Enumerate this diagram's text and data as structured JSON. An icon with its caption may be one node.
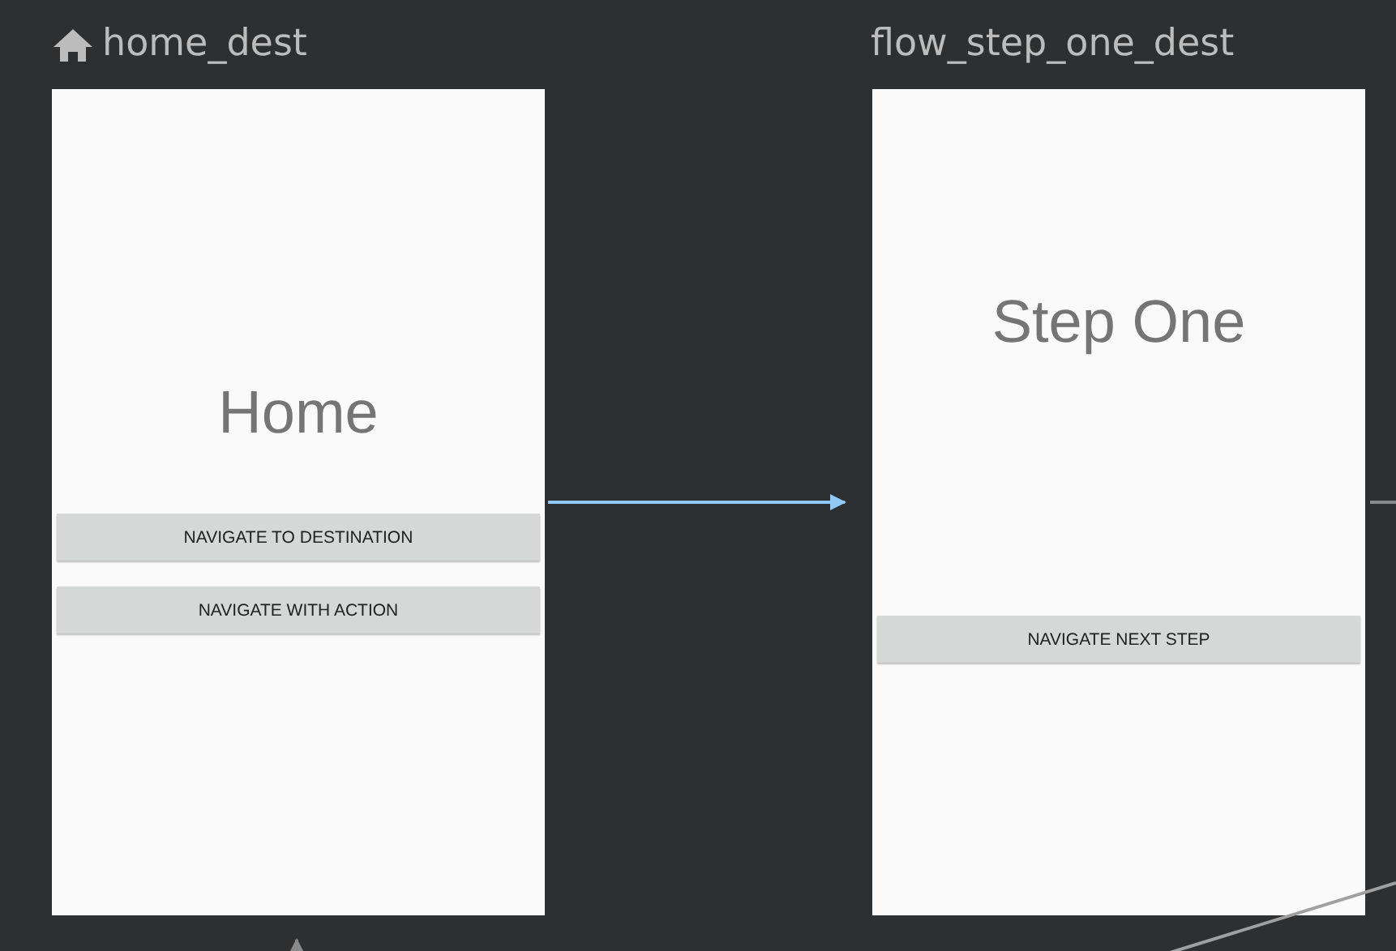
{
  "diagram": {
    "nodes": [
      {
        "text": [
          "home_dest",
          "Home"
        ]
      },
      {
        "text": [
          "NAVIGATE TO DESTINATION"
        ],
        "in": 0
      },
      {
        "text": [
          "NAVIGATE WITH ACTION"
        ],
        "in": 0
      },
      {
        "text": [
          "flow_step_one_dest",
          "Step One"
        ]
      },
      {
        "text": [
          "NAVIGATE NEXT STEP"
        ],
        "in": 3
      }
    ],
    "edges": [
      {
        "from": 0,
        "to": 3,
        "arrow": "to",
        "color": "#90c8f6"
      },
      {
        "from": 3,
        "to": null,
        "arrow": "none"
      },
      {
        "from": null,
        "to": 0,
        "arrow": "to"
      }
    ]
  }
}
